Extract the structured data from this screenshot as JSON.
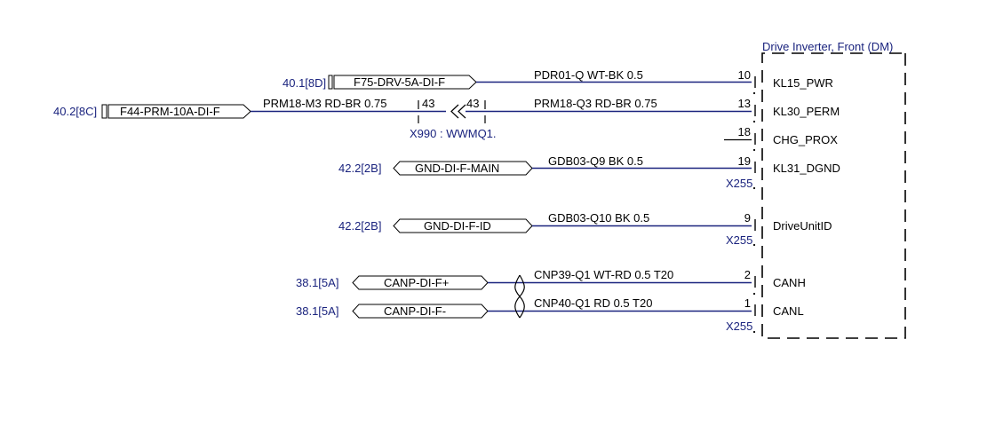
{
  "component": {
    "title": "Drive Inverter, Front (DM)",
    "pins": [
      {
        "pin": "10",
        "name": "KL15_PWR"
      },
      {
        "pin": "13",
        "name": "KL30_PERM"
      },
      {
        "pin": "18",
        "name": "CHG_PROX"
      },
      {
        "pin": "19",
        "name": "KL31_DGND"
      },
      {
        "pin": "9",
        "name": "DriveUnitID"
      },
      {
        "pin": "2",
        "name": "CANH"
      },
      {
        "pin": "1",
        "name": "CANL"
      }
    ],
    "connector_labels": [
      "X255",
      "X255",
      "X255"
    ]
  },
  "inline_connector": {
    "name": "X990 : WWMQ1.",
    "pin_left": "43",
    "pin_right": "43"
  },
  "wires": [
    {
      "ref": "40.1[8D]",
      "signal": "F75-DRV-5A-DI-F",
      "wire": "PDR01-Q WT-BK 0.5"
    },
    {
      "ref": "40.2[8C]",
      "signal": "F44-PRM-10A-DI-F",
      "wire_left": "PRM18-M3 RD-BR 0.75",
      "wire": "PRM18-Q3 RD-BR 0.75"
    },
    {
      "ref": "42.2[2B]",
      "signal": "GND-DI-F-MAIN",
      "wire": "GDB03-Q9 BK 0.5"
    },
    {
      "ref": "42.2[2B]",
      "signal": "GND-DI-F-ID",
      "wire": "GDB03-Q10 BK 0.5"
    },
    {
      "ref": "38.1[5A]",
      "signal": "CANP-DI-F+",
      "wire": "CNP39-Q1 WT-RD 0.5 T20"
    },
    {
      "ref": "38.1[5A]",
      "signal": "CANP-DI-F-",
      "wire": "CNP40-Q1 RD 0.5 T20"
    }
  ]
}
